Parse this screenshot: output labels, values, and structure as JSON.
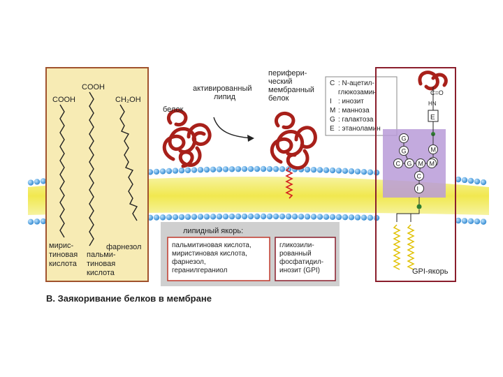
{
  "lipids": {
    "acid1_label": "COOH",
    "acid2_label": "COOH",
    "farnesol_label": "CH₂OH",
    "myristic_name": [
      "мирис-",
      "тиновая",
      "кислота"
    ],
    "palmitic_name": [
      "пальми-",
      "тиновая",
      "кислота"
    ],
    "farnesol_name": "фарнезол"
  },
  "labels": {
    "protein": "белок",
    "activated_lipid": [
      "активированный",
      "липид"
    ],
    "peripheral_protein": [
      "перифери-",
      "ческий",
      "мембранный",
      "белок"
    ]
  },
  "legend": [
    {
      "letter": "C",
      "text": ": N-ацетил-"
    },
    {
      "letter": "",
      "text": "  глюкозамин"
    },
    {
      "letter": "I",
      "text": ": инозит"
    },
    {
      "letter": "M",
      "text": ": манноза"
    },
    {
      "letter": "G",
      "text": ": галактоза"
    },
    {
      "letter": "E",
      "text": ": этаноламин"
    }
  ],
  "anchor_box": {
    "title": "липидный якорь:",
    "lipid_list": [
      "пальмитиновая кислота,",
      "миристиновая кислота,",
      "фарнезол,",
      "геранилгераниол"
    ],
    "gpi_text": [
      "гликозили-",
      "рованный",
      "фосфатидил-",
      "инозит (GPI)"
    ]
  },
  "gpi": {
    "anchor_label": "GPI-якорь",
    "bond_label": "C=O",
    "nh_label": "HN",
    "e_letter": "E",
    "sugars": [
      "G",
      "M",
      "G",
      "M",
      "C",
      "G",
      "M",
      "M",
      "C",
      "I"
    ]
  },
  "caption": "В. Заякоривание белков в мембране",
  "colors": {
    "lipid_panel": "#f7ebb4",
    "membrane_head": "#3f9fe0",
    "membrane_core": "#f3ec6e",
    "protein": "#a8201a",
    "sugar_region": "#b89bd8",
    "panel_border": "#8a1e2c",
    "anchor_box_bg": "#cfcfcf"
  }
}
